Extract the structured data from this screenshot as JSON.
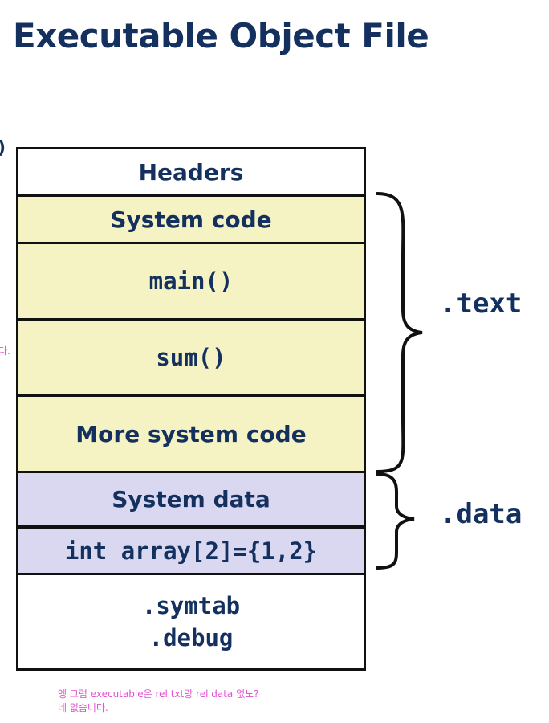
{
  "title": "Executable Object File",
  "edge_fragments": {
    "left_top": ")",
    "left_middle": "다."
  },
  "sections": {
    "headers": "Headers",
    "system_code": "System code",
    "main": "main()",
    "sum": "sum()",
    "more_system_code": "More system code",
    "system_data": "System data",
    "int_array": "int array[2]={1,2}",
    "symtab": ".symtab",
    "debug": ".debug"
  },
  "segments": {
    "text": ".text",
    "data": ".data"
  },
  "annotation": {
    "question": "엥 그럼 executable은 rel txt랑 rel data 없노?",
    "answer": "네 없습니다."
  },
  "colors": {
    "title": "#13305f",
    "text_sections": "#f5f2c4",
    "data_sections": "#d9d8f0",
    "annotation": "#e34fd0"
  }
}
